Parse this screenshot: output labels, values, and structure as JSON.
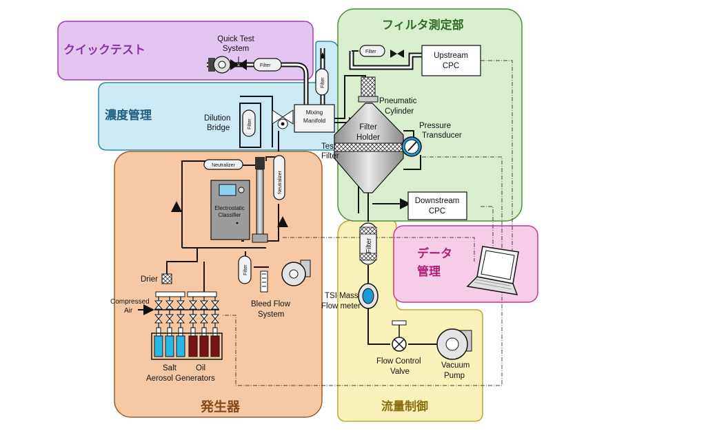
{
  "zones": {
    "quick_test": {
      "label": "クイックテスト",
      "fill": "#e3c6ef",
      "stroke": "#9a3fb8",
      "text": "#8a2fae"
    },
    "concentration": {
      "label": "濃度管理",
      "fill": "#cde9f4",
      "stroke": "#2f88ad",
      "text": "#1c5f82"
    },
    "filter_measurement": {
      "label": "フィルタ測定部",
      "fill": "#d9eecf",
      "stroke": "#4f8a3a",
      "text": "#2f6d25"
    },
    "generator": {
      "label": "発生器",
      "fill": "#f6c9a4",
      "stroke": "#9a5a28",
      "text": "#8a4a16"
    },
    "data": {
      "label_line1": "データ",
      "label_line2": "管理",
      "fill": "#f6cde6",
      "stroke": "#c2358c",
      "text": "#b01e7c"
    },
    "flow_control": {
      "label": "流量制御",
      "fill": "#f8f2b8",
      "stroke": "#b9a83a",
      "text": "#8a6d12"
    }
  },
  "components": {
    "quick_test_system": [
      "Quick Test",
      "System"
    ],
    "filter": "Filter",
    "mixing_manifold": [
      "Mixing",
      "Manifold"
    ],
    "dilution_bridge": [
      "Dilution",
      "Bridge"
    ],
    "upstream_cpc": [
      "Upstream",
      "CPC"
    ],
    "pneumatic_cylinder": [
      "Pneumatic",
      "Cylinder"
    ],
    "filter_holder": [
      "Filter",
      "Holder"
    ],
    "pressure_transducer": [
      "Pressure",
      "Transducer"
    ],
    "test_filter": [
      "Test",
      "Filter"
    ],
    "downstream_cpc": [
      "Downstream",
      "CPC"
    ],
    "neutralizer": "Neutralizer",
    "electrostatic_classifier": [
      "Electrostatic",
      "Classifier"
    ],
    "drier": "Drier",
    "compressed_air": [
      "Compressed",
      "Air"
    ],
    "bleed_flow_system": [
      "Bleed Flow",
      "System"
    ],
    "salt_generators": [
      "Salt",
      "Aerosol Generators"
    ],
    "oil": "Oil",
    "tsi_mass_flow_meter": [
      "TSI Mass",
      "Flow meter"
    ],
    "flow_control_valve": [
      "Flow Control",
      "Valve"
    ],
    "vacuum_pump": [
      "Vacuum",
      "Pump"
    ]
  },
  "colors": {
    "salt_bottle": "#29b6e8",
    "oil_bottle": "#7a1218",
    "classifier_body": "#9c9c9c",
    "classifier_screen": "#8fd3ef",
    "gauge_face": "#1f9ad6"
  }
}
